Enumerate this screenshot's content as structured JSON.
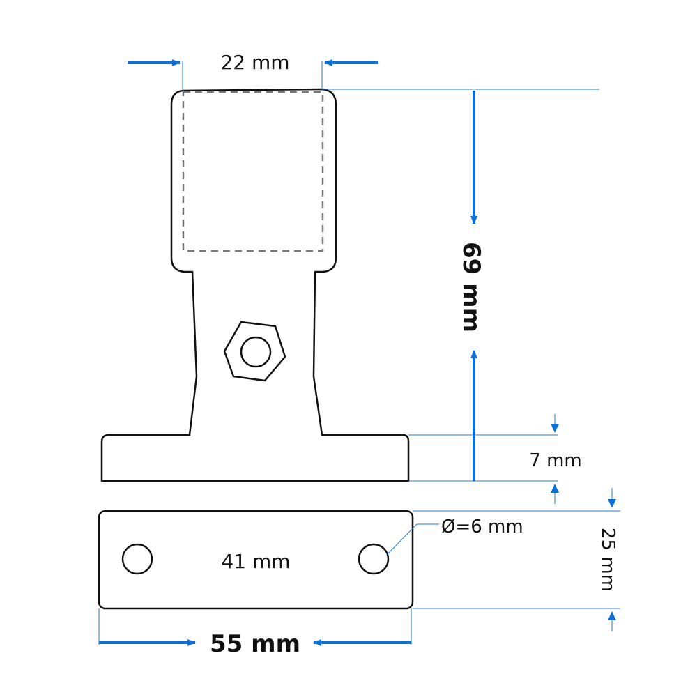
{
  "colors": {
    "outline": "#111111",
    "dimension": "#0a6fd6",
    "dimension_thin": "#1f7ad6",
    "hidden": "#777777",
    "background": "#ffffff"
  },
  "dimensions": {
    "top_width": "22 mm",
    "height": "69 mm",
    "base_thickness": "7 mm",
    "hole_diameter": "Ø=6 mm",
    "plate_depth": "25 mm",
    "hole_spacing": "41 mm",
    "base_width": "55 mm"
  }
}
